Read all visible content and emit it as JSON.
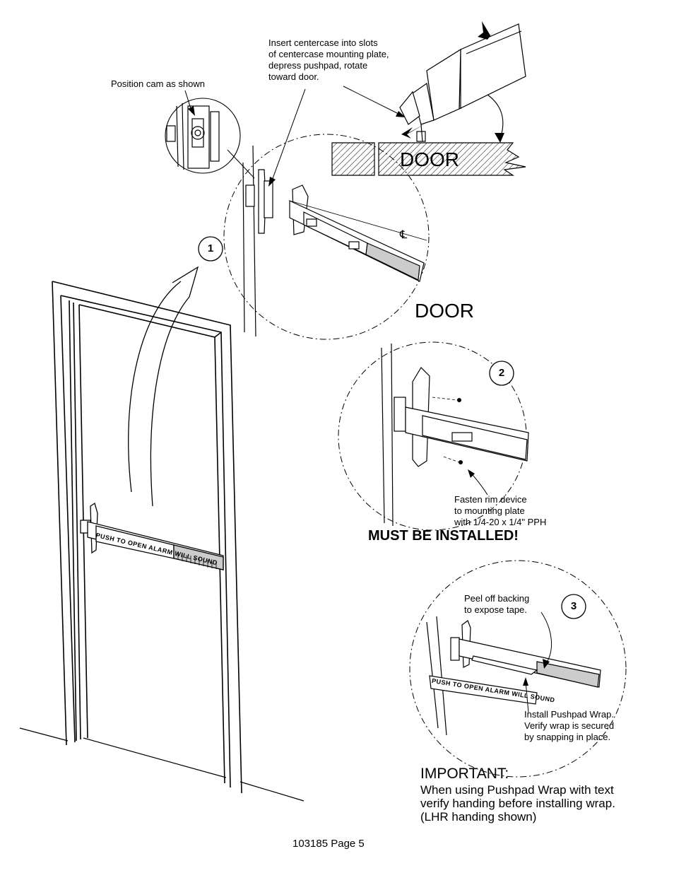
{
  "callouts": {
    "insert_centercase": [
      "Insert centercase into slots",
      "of centercase mounting plate,",
      "depress pushpad, rotate",
      "toward door."
    ],
    "position_cam": "Position cam as shown",
    "fasten_rim": [
      "Fasten rim device",
      "to mounting plate",
      "with 1/4-20 x 1/4\" PPH"
    ],
    "peel_backing": [
      "Peel off backing",
      "to expose tape."
    ],
    "install_wrap": [
      "Install Pushpad Wrap.",
      "Verify wrap is secured",
      "by snapping in place."
    ]
  },
  "labels": {
    "door_top": "DOOR",
    "door_mid": "DOOR",
    "must_install": "MUST BE INSTALLED!",
    "pushpad_text": "PUSH TO OPEN ALARM WILL SOUND"
  },
  "steps": {
    "step1": "1",
    "step2": "2",
    "step3": "3"
  },
  "important": {
    "heading": "IMPORTANT:",
    "lines": [
      "When using Pushpad Wrap with text",
      "verify handing before installing wrap.",
      "(LHR handing shown)"
    ]
  },
  "footer": "103185  Page 5"
}
